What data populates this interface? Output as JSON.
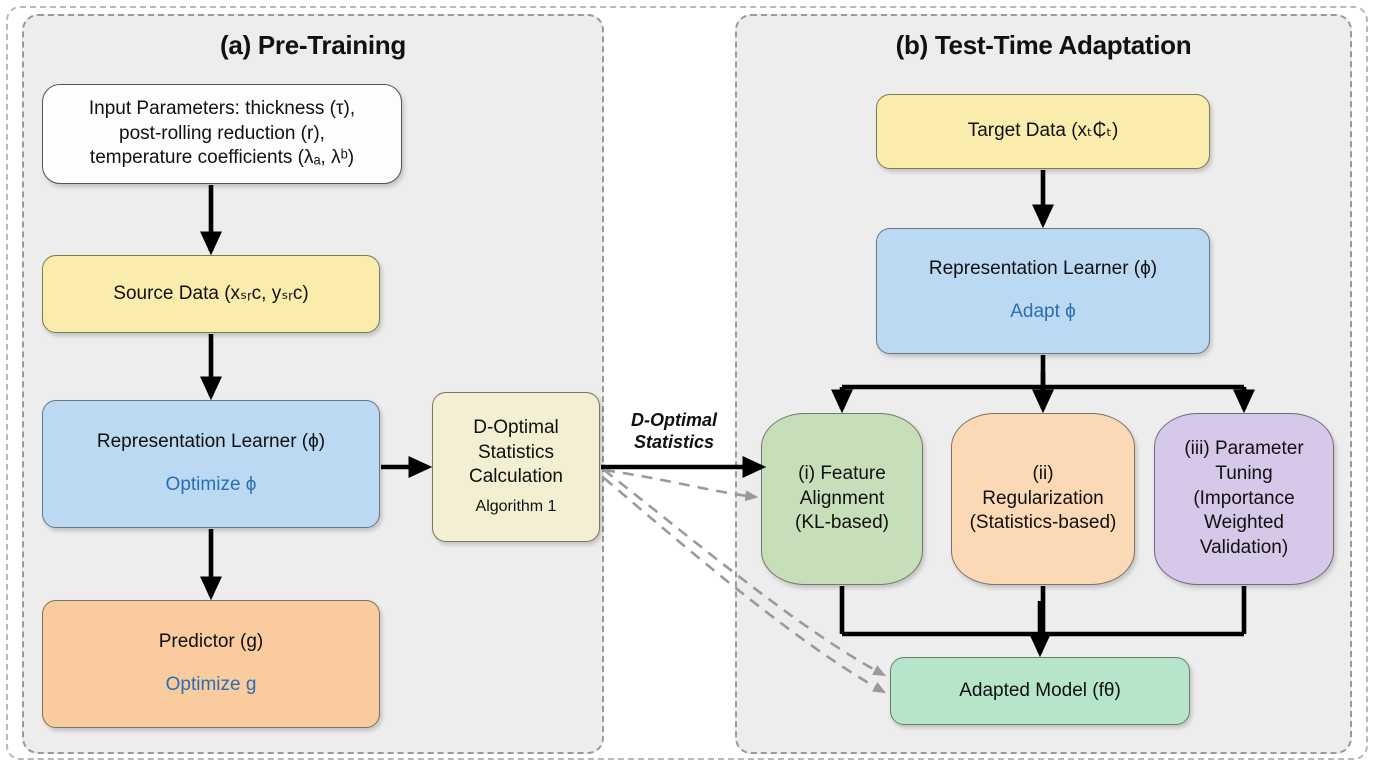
{
  "figure": {
    "outer_frame": true,
    "background": "#ffffff"
  },
  "panels": [
    {
      "id": "pre-training",
      "title": "(a) Pre-Training"
    },
    {
      "id": "test-time-adapt",
      "title": "(b) Test-Time Adaptation"
    }
  ],
  "colors": {
    "panel_bg": "#ededed",
    "yellow": "#f9ecad",
    "cream": "#f2efd2",
    "blue": "#bcd9f3",
    "orange": "#f9cb9f",
    "green": "#c6dfba",
    "peach": "#fbd9b6",
    "purple": "#d5c8e8",
    "mint": "#b6e5ca",
    "accent_text": "#2a6fb0",
    "solid_arrow": "#000000",
    "dashed_arrow": "#999999"
  },
  "nodes": {
    "input_parameters": {
      "line1": "Input Parameters: thickness (τ),",
      "line2": "post-rolling reduction (r),",
      "line3": "temperature coefficients (λₐ, λᵇ)"
    },
    "source_data": {
      "label": "Source Data (xₛᵣᴄ, yₛᵣᴄ)"
    },
    "rep_learner_a": {
      "label": "Representation Learner (ϕ)",
      "action": "Optimize ϕ"
    },
    "predictor": {
      "label": "Predictor (g)",
      "action": "Optimize g"
    },
    "doptimal": {
      "line1": "D-Optimal",
      "line2": "Statistics",
      "line3": "Calculation",
      "note": "Algorithm 1"
    },
    "target_data": {
      "label": "Target Data (xₜ₵ₜ)"
    },
    "rep_learner_b": {
      "label": "Representation Learner (ϕ)",
      "action": "Adapt ϕ"
    },
    "branch_i": {
      "line1": "(i) Feature",
      "line2": "Alignment",
      "line3": "(KL-based)"
    },
    "branch_ii": {
      "line1": "(ii)",
      "line2": "Regularization",
      "line3": "(Statistics-based)"
    },
    "branch_iii": {
      "line1": "(iii) Parameter",
      "line2": "Tuning",
      "line3": "(Importance",
      "line4": "Weighted",
      "line5": "Validation)"
    },
    "adapted_model": {
      "label": "Adapted Model (fθ)"
    }
  },
  "edges": {
    "cross_panel_label_line1": "D-Optimal",
    "cross_panel_label_line2": "Statistics"
  }
}
